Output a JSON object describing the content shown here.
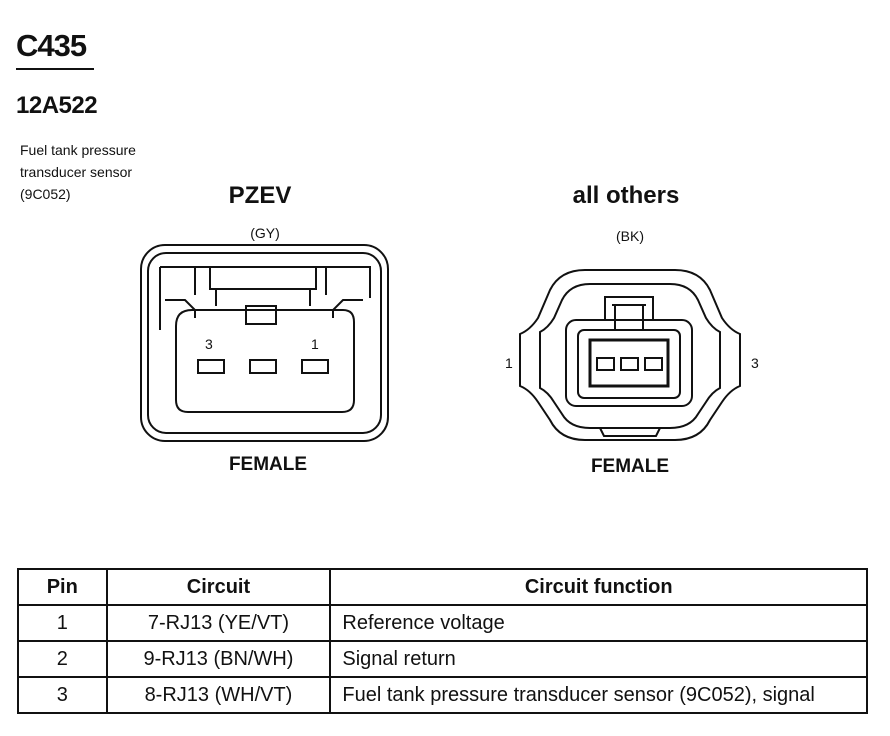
{
  "connector": {
    "id": "C435",
    "part_number": "12A522",
    "description_lines": [
      "Fuel tank pressure",
      "transducer sensor",
      "(9C052)"
    ]
  },
  "variants": [
    {
      "title": "PZEV",
      "color_code": "(GY)",
      "gender": "FEMALE",
      "pin_labels": [
        "3",
        "1"
      ]
    },
    {
      "title": "all others",
      "color_code": "(BK)",
      "gender": "FEMALE",
      "pin_labels": [
        "1",
        "3"
      ]
    }
  ],
  "table": {
    "headers": [
      "Pin",
      "Circuit",
      "Circuit function"
    ],
    "rows": [
      {
        "pin": "1",
        "circuit": "7-RJ13 (YE/VT)",
        "function": "Reference voltage"
      },
      {
        "pin": "2",
        "circuit": "9-RJ13 (BN/WH)",
        "function": "Signal return"
      },
      {
        "pin": "3",
        "circuit": "8-RJ13 (WH/VT)",
        "function": "Fuel tank pressure transducer sensor (9C052), signal"
      }
    ]
  }
}
